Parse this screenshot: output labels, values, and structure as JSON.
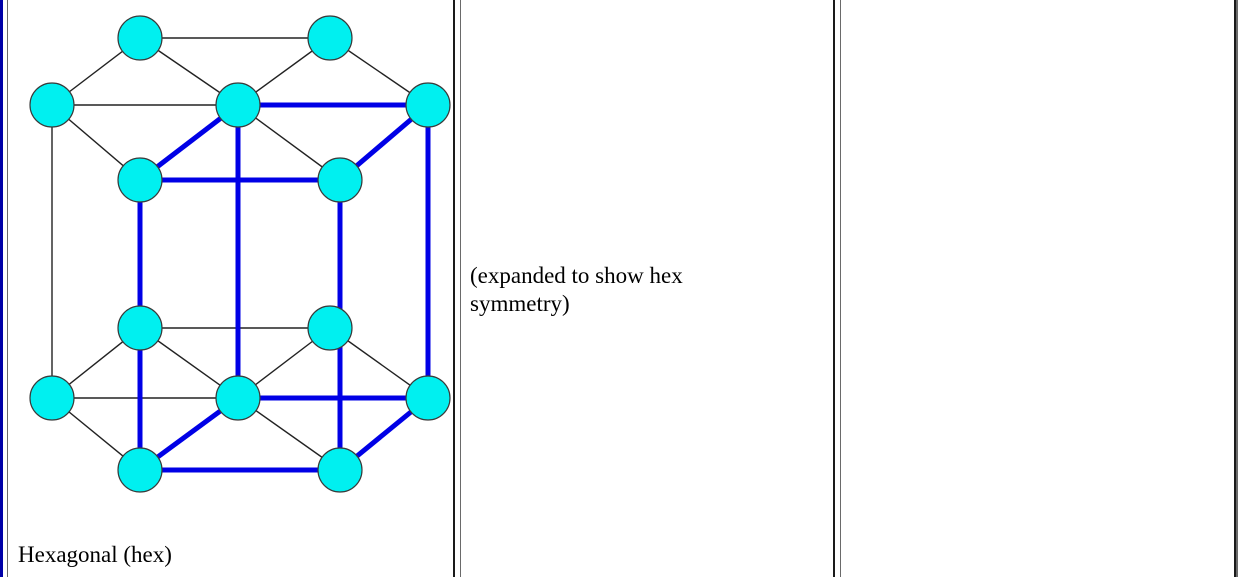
{
  "table": {
    "cell1_caption": "Hexagonal (hex)",
    "cell2_text_line1": "(expanded to show hex",
    "cell2_text_line2": "symmetry)",
    "cell3_text": ""
  },
  "diagram": {
    "atom_color": "#00f0f0",
    "cell_edge_color": "#0000e6",
    "lattice_edge_color": "#222222",
    "atom_count": 14
  }
}
